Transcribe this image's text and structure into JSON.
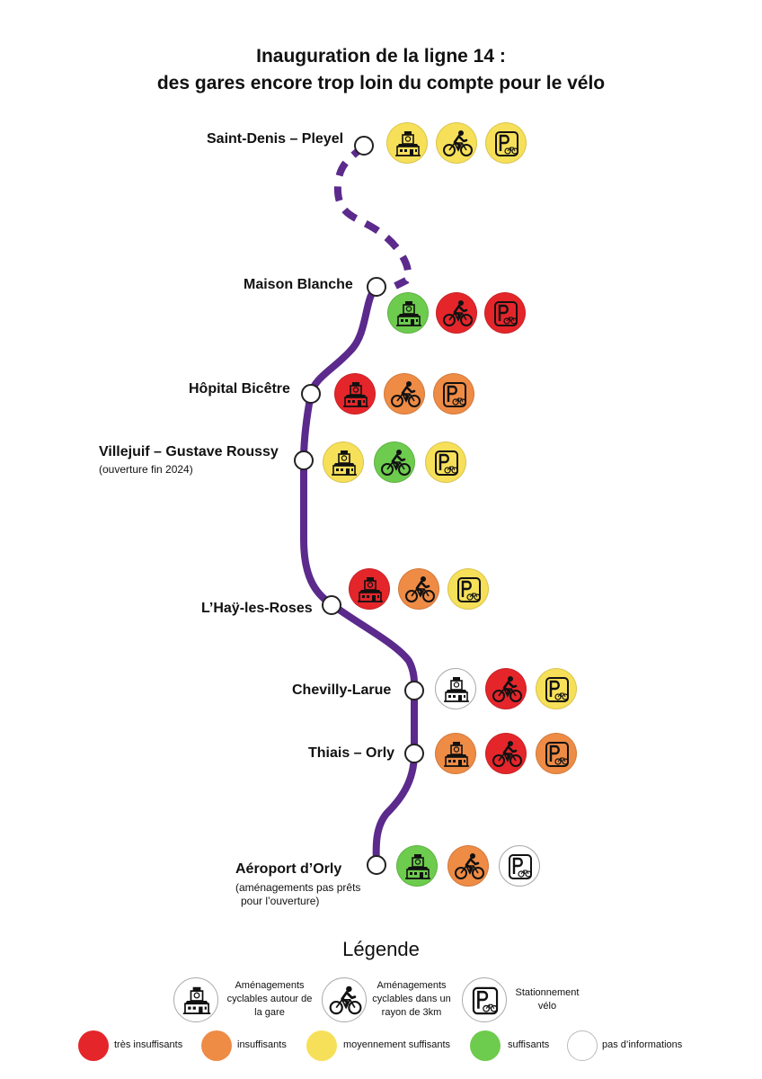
{
  "title": {
    "line1": "Inauguration de la ligne 14 :",
    "line2": "des gares encore trop loin du compte pour le vélo"
  },
  "colors": {
    "line": "#5b2a8c",
    "tres_insuffisants": "#e4262b",
    "insuffisants": "#ee8b45",
    "moyennement_suffisants": "#f7e059",
    "suffisants": "#6dcb4e",
    "pas_d_informations": "#ffffff"
  },
  "icons": [
    "station-building-icon",
    "cyclist-icon",
    "bike-parking-icon"
  ],
  "stations": [
    {
      "name": "Saint-Denis – Pleyel",
      "note": "",
      "ratings": [
        "moyennement_suffisants",
        "moyennement_suffisants",
        "moyennement_suffisants"
      ]
    },
    {
      "name": "Maison Blanche",
      "note": "",
      "ratings": [
        "suffisants",
        "tres_insuffisants",
        "tres_insuffisants"
      ]
    },
    {
      "name": "Hôpital Bicêtre",
      "note": "",
      "ratings": [
        "tres_insuffisants",
        "insuffisants",
        "insuffisants"
      ]
    },
    {
      "name": "Villejuif – Gustave Roussy",
      "note": "(ouverture fin 2024)",
      "ratings": [
        "moyennement_suffisants",
        "suffisants",
        "moyennement_suffisants"
      ]
    },
    {
      "name": "L’Haÿ-les-Roses",
      "note": "",
      "ratings": [
        "tres_insuffisants",
        "insuffisants",
        "moyennement_suffisants"
      ]
    },
    {
      "name": "Chevilly-Larue",
      "note": "",
      "ratings": [
        "pas_d_informations",
        "tres_insuffisants",
        "moyennement_suffisants"
      ]
    },
    {
      "name": "Thiais – Orly",
      "note": "",
      "ratings": [
        "insuffisants",
        "tres_insuffisants",
        "insuffisants"
      ]
    },
    {
      "name": "Aéroport d’Orly",
      "note": "(aménagements pas prêts pour l’ouverture)",
      "note_line1": "(aménagements pas prêts",
      "note_line2": "pour l’ouverture)",
      "ratings": [
        "suffisants",
        "insuffisants",
        "pas_d_informations"
      ]
    }
  ],
  "legend": {
    "title": "Légende",
    "icon_items": [
      {
        "icon": "station-building-icon",
        "line1": "Aménagements",
        "line2": "cyclables autour de",
        "line3": "la gare"
      },
      {
        "icon": "cyclist-icon",
        "line1": "Aménagements",
        "line2": "cyclables dans un",
        "line3": "rayon de 3km"
      },
      {
        "icon": "bike-parking-icon",
        "line1": "Stationnement",
        "line2": "vélo",
        "line3": ""
      }
    ],
    "scale": [
      {
        "key": "tres_insuffisants",
        "label": "très insuffisants"
      },
      {
        "key": "insuffisants",
        "label": "insuffisants"
      },
      {
        "key": "moyennement_suffisants",
        "label": "moyennement suffisants"
      },
      {
        "key": "suffisants",
        "label": "suffisants"
      },
      {
        "key": "pas_d_informations",
        "label": "pas d’informations"
      }
    ]
  }
}
